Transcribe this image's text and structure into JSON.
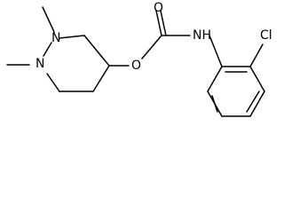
{
  "diagram": {
    "type": "chemical-structure",
    "atoms": {
      "n1": "N",
      "n2": "N",
      "o_ester": "O",
      "o_carbonyl": "O",
      "nh": "NH",
      "cl": "Cl"
    },
    "colors": {
      "line": "#000000",
      "text": "#000000",
      "background": "#ffffff"
    }
  }
}
